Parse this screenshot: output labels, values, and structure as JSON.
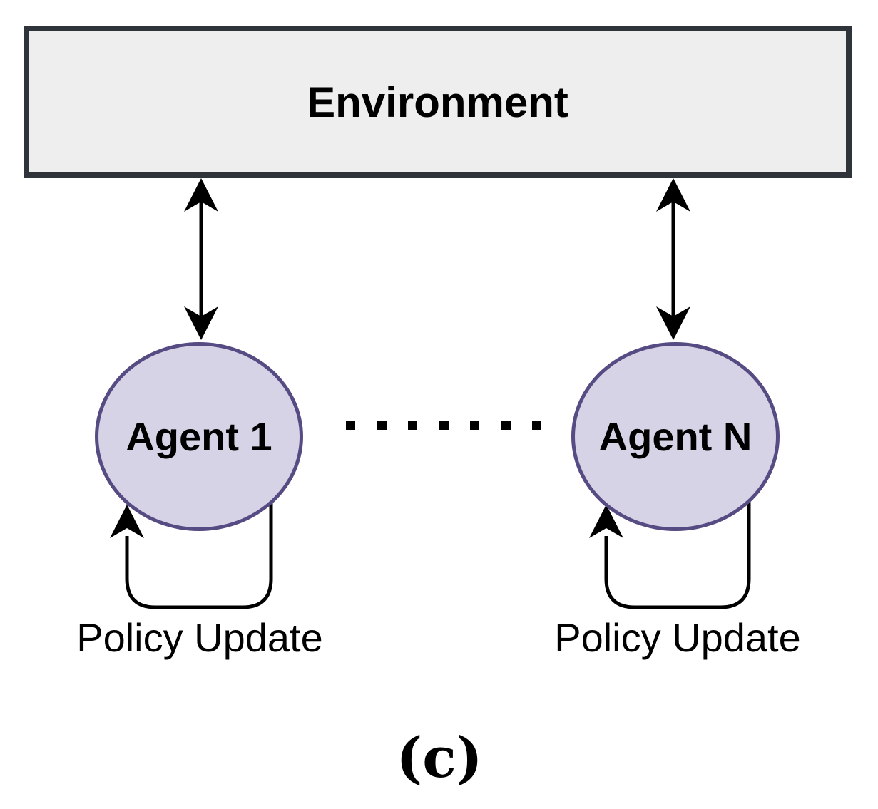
{
  "diagram": {
    "environment": {
      "label": "Environment"
    },
    "agents": [
      {
        "label": "Agent 1",
        "loop_label": "Policy Update"
      },
      {
        "label": "Agent N",
        "loop_label": "Policy Update"
      }
    ],
    "ellipsis": {
      "dots_count": 7
    },
    "caption": "(c)",
    "colors": {
      "env_fill": "#eeeeee",
      "env_border": "#2f343b",
      "agent_fill": "#d6d3e6",
      "agent_border": "#564b82",
      "line": "#000000",
      "text": "#000000"
    }
  }
}
